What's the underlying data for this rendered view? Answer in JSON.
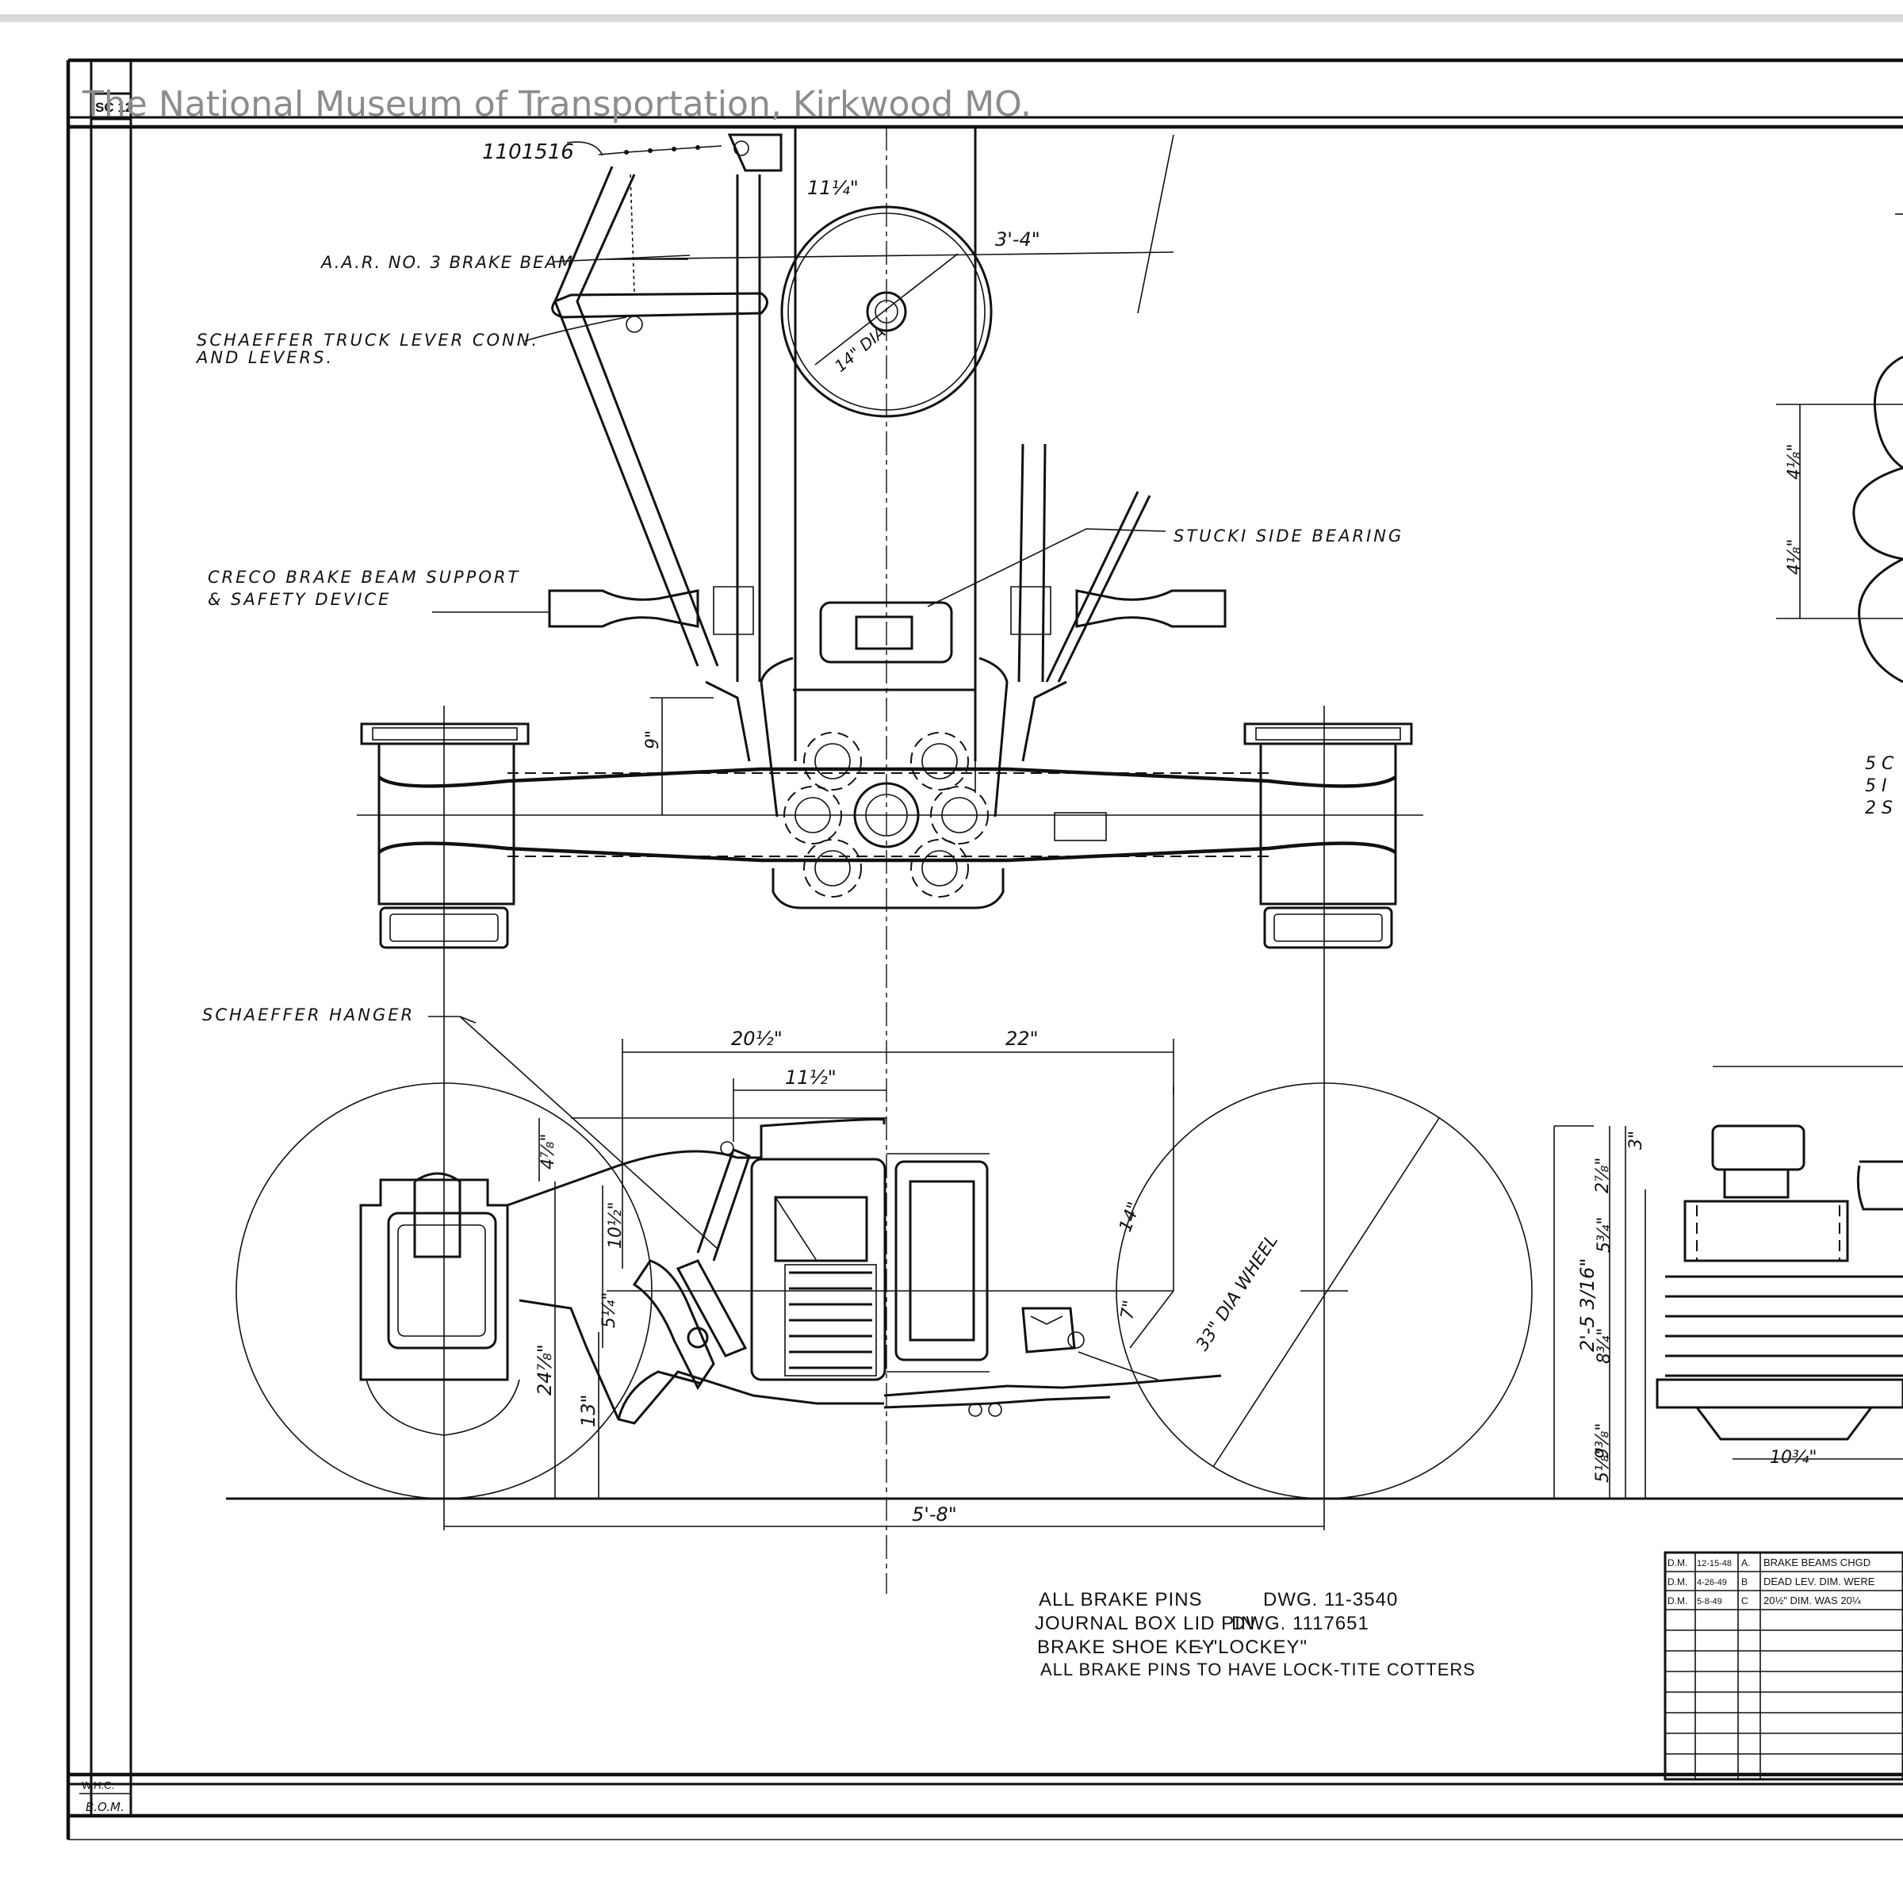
{
  "watermark": "The National Museum of Transportation, Kirkwood MO.",
  "sheet_code": "SC 12",
  "labels": {
    "part_no": "1101516",
    "brake_beam": "A.A.R. NO. 3 BRAKE BEAM",
    "truck_lever_1": "SCHAEFFER TRUCK LEVER CONN.",
    "truck_lever_2": "AND LEVERS.",
    "stucki": "STUCKI SIDE BEARING",
    "creco_1": "CRECO BRAKE BEAM SUPPORT",
    "creco_2": "& SAFETY DEVICE",
    "hanger": "SCHAEFFER HANGER",
    "wheel_dia": "33\" DIA WHEEL",
    "small_dia": "14\" DIA"
  },
  "dimensions": {
    "d_11_quarter": "11¼\"",
    "d_3_4": "3'-4\"",
    "d_9": "9\"",
    "d_20_half": "20½\"",
    "d_22": "22\"",
    "d_11_half": "11½\"",
    "d_4_7_8": "4⅞\"",
    "d_14": "14\"",
    "d_10_half": "10½\"",
    "d_5_quarter": "5¼\"",
    "d_7": "7\"",
    "d_24_7_8": "24⅞\"",
    "d_13": "13\"",
    "d_5_8": "5'-8\"",
    "d_2_5_3_16": "2'-5 3/16\"",
    "d_2_7_8": "2⅞\"",
    "d_3": "3\"",
    "d_5_3_4": "5¾\"",
    "d_8_3_4": "8¾\"",
    "d_9_3_8": "9⅜\"",
    "d_5_1_8": "5⅛\"",
    "d_10_3_4": "10¾\"",
    "d_4_1_8_a": "4⅛\"",
    "d_4_1_8_b": "4⅛\""
  },
  "right_edge_fragments": [
    "5 C",
    "5 I",
    "2 S"
  ],
  "notes": [
    {
      "item": "ALL BRAKE PINS",
      "ref": "DWG. 11-3540"
    },
    {
      "item": "JOURNAL BOX LID PIN",
      "ref": "DWG. 1117651"
    },
    {
      "item": "BRAKE SHOE KEY",
      "ref": "- \"LOCKEY\""
    },
    {
      "item": "ALL BRAKE PINS TO HAVE LOCK-TITE COTTERS",
      "ref": ""
    }
  ],
  "revisions": [
    {
      "by": "D.M.",
      "date": "12-15-48",
      "letter": "A.",
      "text": "BRAKE BEAMS CHGD"
    },
    {
      "by": "D.M.",
      "date": "4-26-49",
      "letter": "B",
      "text": "DEAD LEV. DIM. WERE"
    },
    {
      "by": "D.M.",
      "date": "5-8-49",
      "letter": "C",
      "text": "20½\" DIM. WAS 20¼"
    }
  ],
  "initials": [
    "W.H.C.",
    "B.O.M."
  ],
  "colors": {
    "ink": "#111111",
    "paper": "#ffffff",
    "watermark": "#8c8c8c"
  }
}
